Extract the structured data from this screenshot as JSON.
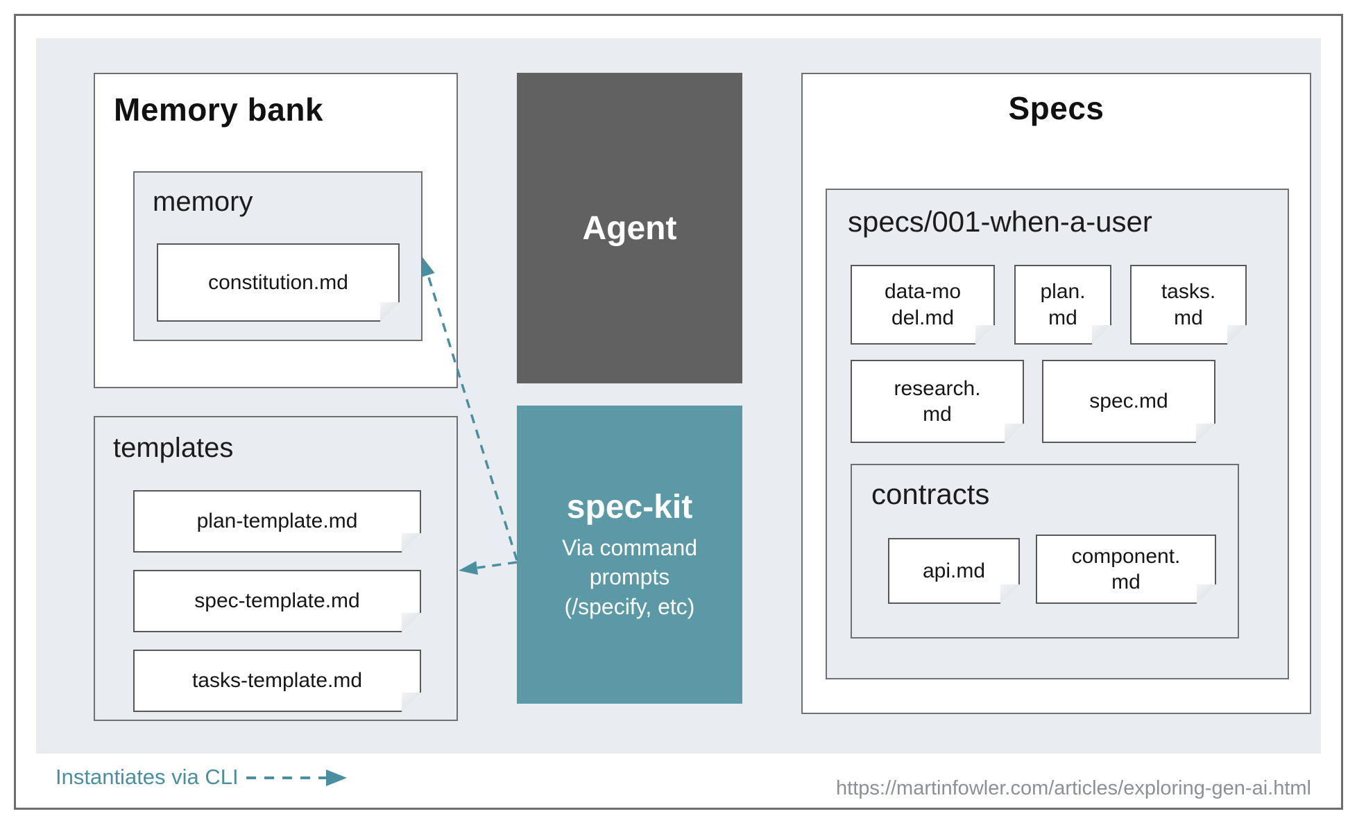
{
  "memory_bank": {
    "title": "Memory bank",
    "folder": {
      "label": "memory",
      "files": [
        {
          "name": "constitution.md"
        }
      ]
    }
  },
  "templates": {
    "label": "templates",
    "files": [
      {
        "name": "plan-template.md"
      },
      {
        "name": "spec-template.md"
      },
      {
        "name": "tasks-template.md"
      }
    ]
  },
  "agent": {
    "label": "Agent"
  },
  "spec_kit": {
    "title": "spec-kit",
    "subtitle_lines": [
      "Via command",
      "prompts",
      "(/specify, etc)"
    ]
  },
  "specs": {
    "title": "Specs",
    "folder": {
      "label": "specs/001-when-a-user",
      "row1": [
        {
          "name": "data-model.md",
          "lines": [
            "data-mo",
            "del.md"
          ]
        },
        {
          "name": "plan.md",
          "lines": [
            "plan.",
            "md"
          ]
        },
        {
          "name": "tasks.md",
          "lines": [
            "tasks.",
            "md"
          ]
        }
      ],
      "row2": [
        {
          "name": "research.md",
          "lines": [
            "research.",
            "md"
          ]
        },
        {
          "name": "spec.md",
          "lines": [
            "spec.md"
          ]
        }
      ],
      "contracts": {
        "label": "contracts",
        "files": [
          {
            "name": "api.md",
            "lines": [
              "api.md"
            ]
          },
          {
            "name": "component.md",
            "lines": [
              "component.",
              "md"
            ]
          }
        ]
      }
    }
  },
  "legend": {
    "label": "Instantiates via CLI"
  },
  "footer": {
    "url": "https://martinfowler.com/articles/exploring-gen-ai.html"
  },
  "colors": {
    "canvas": "#e9edf1",
    "agent_gray": "#616161",
    "spec_kit_teal": "#5a99a5",
    "arrow_teal": "#4a8fa0",
    "border_gray": "#6f7073",
    "url_gray": "#8b9096"
  }
}
